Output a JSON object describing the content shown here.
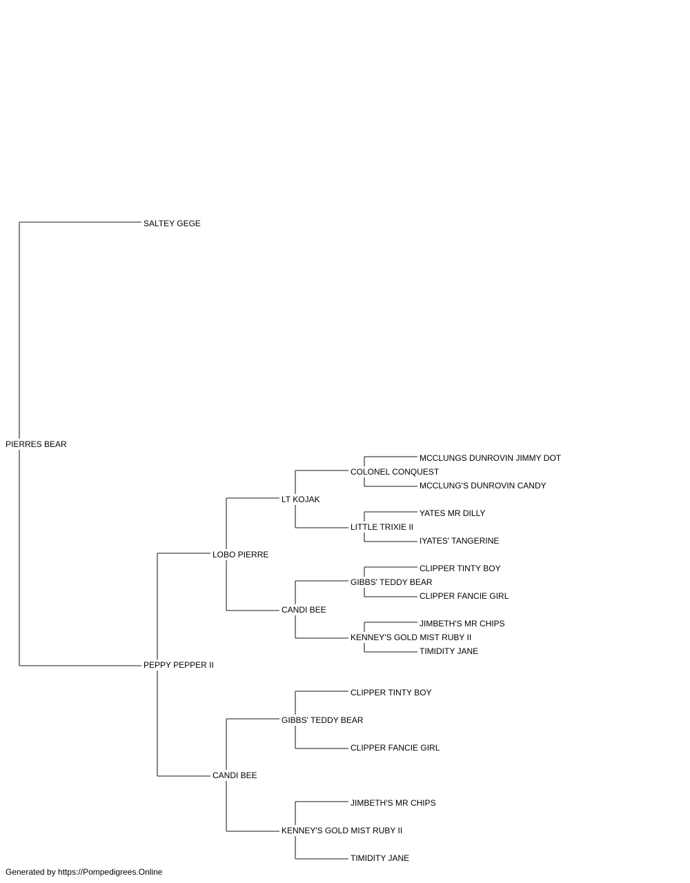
{
  "pedigree": {
    "subject": "PIERRES BEAR",
    "sire": "SALTEY GEGE",
    "dam": "PEPPY PEPPER II",
    "dam_sire": "LOBO PIERRE",
    "dam_dam": "CANDI BEE",
    "dam_sire_sire": "LT KOJAK",
    "dam_sire_dam": "CANDI BEE",
    "dam_dam_sire": "GIBBS' TEDDY BEAR",
    "dam_dam_dam": "KENNEY'S GOLD MIST RUBY II",
    "dam_sire_sire_sire": "COLONEL CONQUEST",
    "dam_sire_sire_dam": "LITTLE TRIXIE II",
    "dam_sire_dam_sire": "GIBBS' TEDDY BEAR",
    "dam_sire_dam_dam": "KENNEY'S GOLD MIST RUBY II",
    "dam_dam_sire_sire": "CLIPPER TINTY BOY",
    "dam_dam_sire_dam": "CLIPPER FANCIE GIRL",
    "dam_dam_dam_sire": "JIMBETH'S MR CHIPS",
    "dam_dam_dam_dam": "TIMIDITY JANE",
    "dam_sire_sire_sire_sire": "MCCLUNGS DUNROVIN JIMMY DOT",
    "dam_sire_sire_sire_dam": "MCCLUNG'S DUNROVIN CANDY",
    "dam_sire_sire_dam_sire": "YATES MR DILLY",
    "dam_sire_sire_dam_dam": "IYATES' TANGERINE",
    "dam_sire_dam_sire_sire": "CLIPPER TINTY BOY",
    "dam_sire_dam_sire_dam": "CLIPPER FANCIE GIRL",
    "dam_sire_dam_dam_sire": "JIMBETH'S MR CHIPS",
    "dam_sire_dam_dam_dam": "TIMIDITY JANE"
  },
  "footer": "Generated by https://Pompedigrees.Online"
}
